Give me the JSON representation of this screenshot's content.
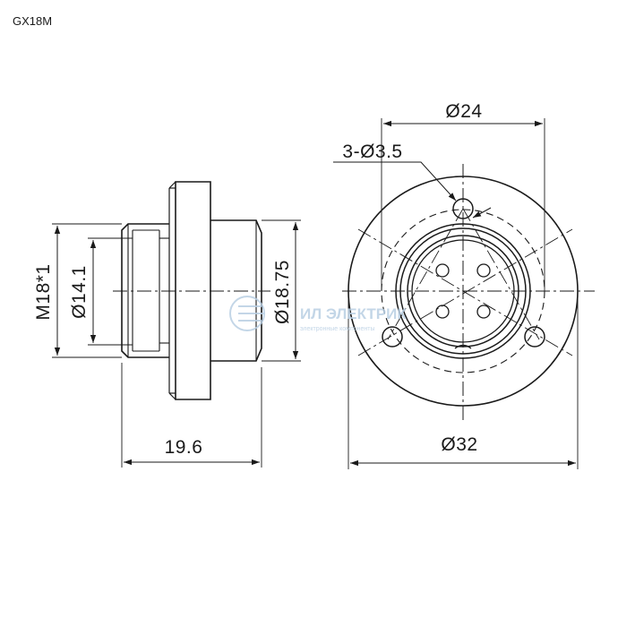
{
  "title": "GX18M",
  "dimensions": {
    "thread": "M18*1",
    "inner_dia": "Ø14.1",
    "body_dia": "Ø18.75",
    "length": "19.6",
    "bolt_circle": "Ø24",
    "holes": "3-Ø3.5",
    "flange_dia": "Ø32"
  },
  "watermark": {
    "name": "ИЛ ЭЛЕКТРИК",
    "tagline": "электронные компоненты"
  },
  "colors": {
    "line": "#1a1a1a",
    "watermark": "#b9cfe3"
  }
}
